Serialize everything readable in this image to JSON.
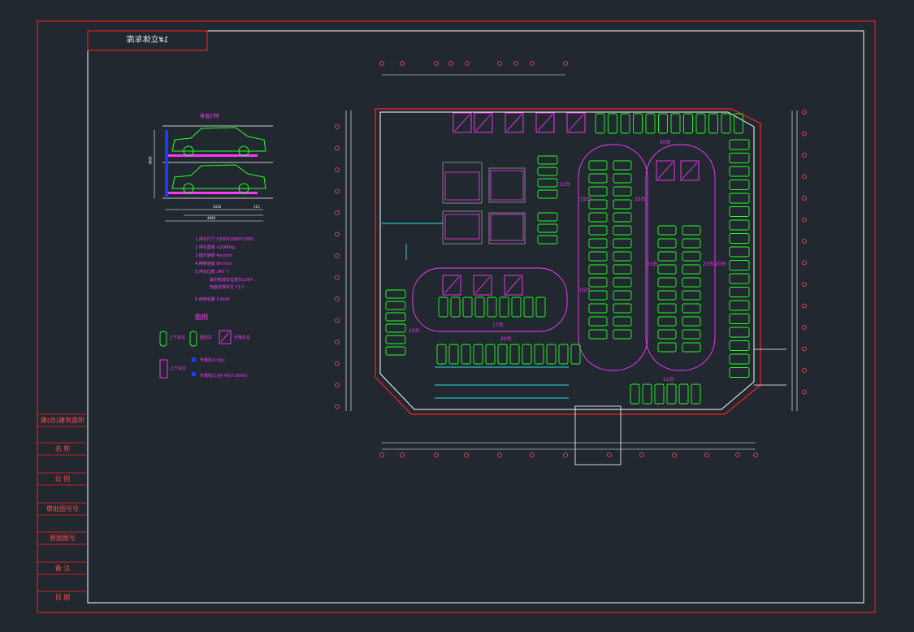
{
  "drawing": {
    "sheet_title": "1#立体车库",
    "figure_title": "垂直升降",
    "dims": {
      "height_total": "3800",
      "width_a": "3410",
      "width_b": "115",
      "width_total": "4860"
    },
    "specs": [
      "1.停车尺寸  5300X1900X1550",
      "2.停车重量  ≤2000kg",
      "3.提升速度  4m/min",
      "4.横移速度  8m/min",
      "5.停车位数  240  个",
      "其中机械车位数共228个,",
      "地面式停车位 21个.",
      "6.用电容量  3.5kW"
    ],
    "legend": {
      "title": "图例",
      "items": [
        "上下车位",
        "固定车",
        "升降车位",
        "上下车位",
        "升降机(13台)",
        "升降机(13台 4X(7.5kW))"
      ]
    },
    "counts": {
      "top_row": "20台",
      "right_mid_top": "11台",
      "col_a": "15台",
      "col_b": "15台",
      "col_c": "23台",
      "col_d": "23台",
      "col_e": "20台",
      "left_col": "10台",
      "lower_mid": "17台",
      "bottom_row": "20台",
      "bottom_right": "11台",
      "left_mid": "15台"
    },
    "sidebar": [
      "建(改)建筑面积",
      "名  称",
      "比  例",
      "审批图号号",
      "原图图号",
      "备  注",
      "日  期"
    ]
  },
  "colors": {
    "background": "#212830",
    "frame": "#ff2020",
    "inner_frame": "#ffffff",
    "car": "#22ff22",
    "magenta": "#ff38ff",
    "cyan": "#22e0e0",
    "blue": "#1a3aff",
    "grey": "#9a9a9a"
  }
}
